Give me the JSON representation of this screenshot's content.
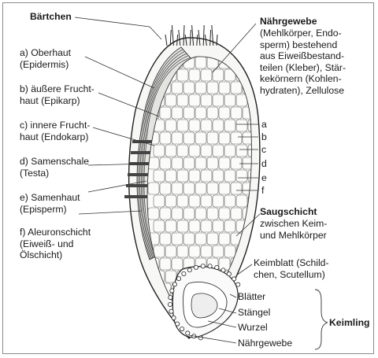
{
  "labels": {
    "baertchen": "Bärtchen",
    "a": "a) Oberhaut\n(Epidermis)",
    "b": "b) äußere Frucht-\nhaut (Epikarp)",
    "c": "c) innere Frucht-\nhaut (Endokarp)",
    "d": "d) Samenschale\n(Testa)",
    "e": "e) Samenhaut\n(Episperm)",
    "f": "f)  Aleuronschicht\n(Eiweiß- und\nÖlschicht)",
    "naehrgewebe_title": "Nährgewebe",
    "naehrgewebe_desc": "(Mehlkörper, Endo-\nsperm) bestehend\naus Eiweißbestand-\nteilen (Kleber), Stär-\nkekörnern (Kohlen-\nhydraten), Zellulose",
    "layers": [
      "a",
      "b",
      "c",
      "d",
      "e",
      "f"
    ],
    "saugschicht_title": "Saugschicht",
    "saugschicht_desc": "zwischen Keim-\nund Mehlkörper",
    "keimblatt": "Keimblatt (Schild-\nchen, Scutellum)",
    "keimling_parts": [
      "Blätter",
      "Stängel",
      "Wurzel",
      "Nährgewebe"
    ],
    "keimling": "Keimling"
  },
  "colors": {
    "line": "#333333",
    "grain_fill": "#f4f4f2",
    "cell_stroke": "#555555",
    "layer_dark": "#444444"
  }
}
